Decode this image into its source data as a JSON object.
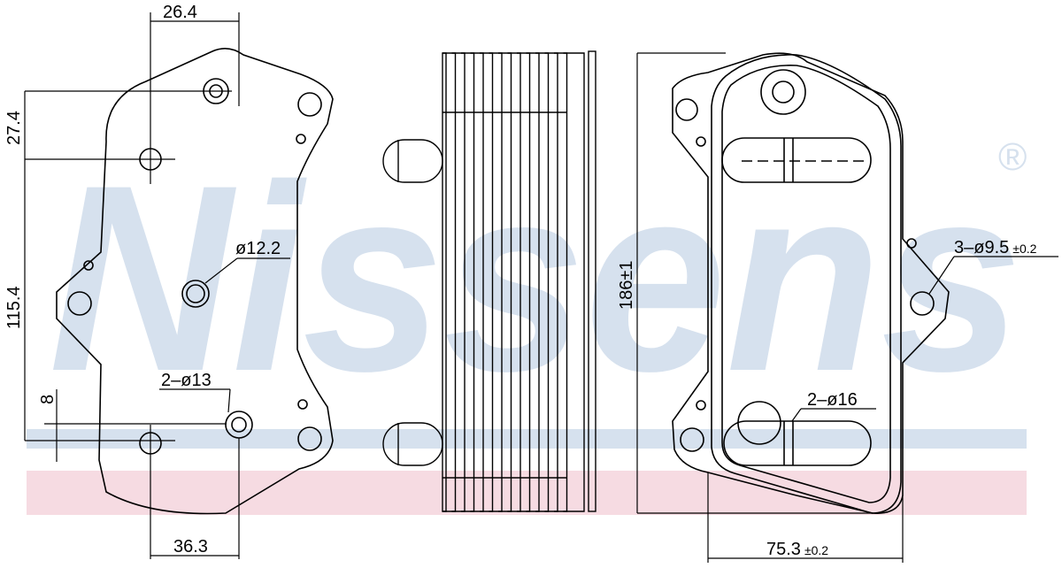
{
  "watermark": {
    "brand": "Nissens",
    "registered_mark": "®",
    "color_primary": "#d6e1ee",
    "color_accent": "#f6dbe2"
  },
  "dimensions": {
    "top_hole_offset": "26.4",
    "hole_spacing_upper": "27.4",
    "hole_spacing_main": "115.4",
    "bottom_offset": "8",
    "bottom_width": "36.3",
    "center_port_diameter": "ø12.2",
    "side_holes": "2–ø13",
    "height": "186±1",
    "mount_holes_main": "3–ø9.5",
    "mount_holes_tol": "±0.2",
    "pipe_ports": "2–ø16",
    "width_main": "75.3",
    "width_tol": "±0.2"
  }
}
